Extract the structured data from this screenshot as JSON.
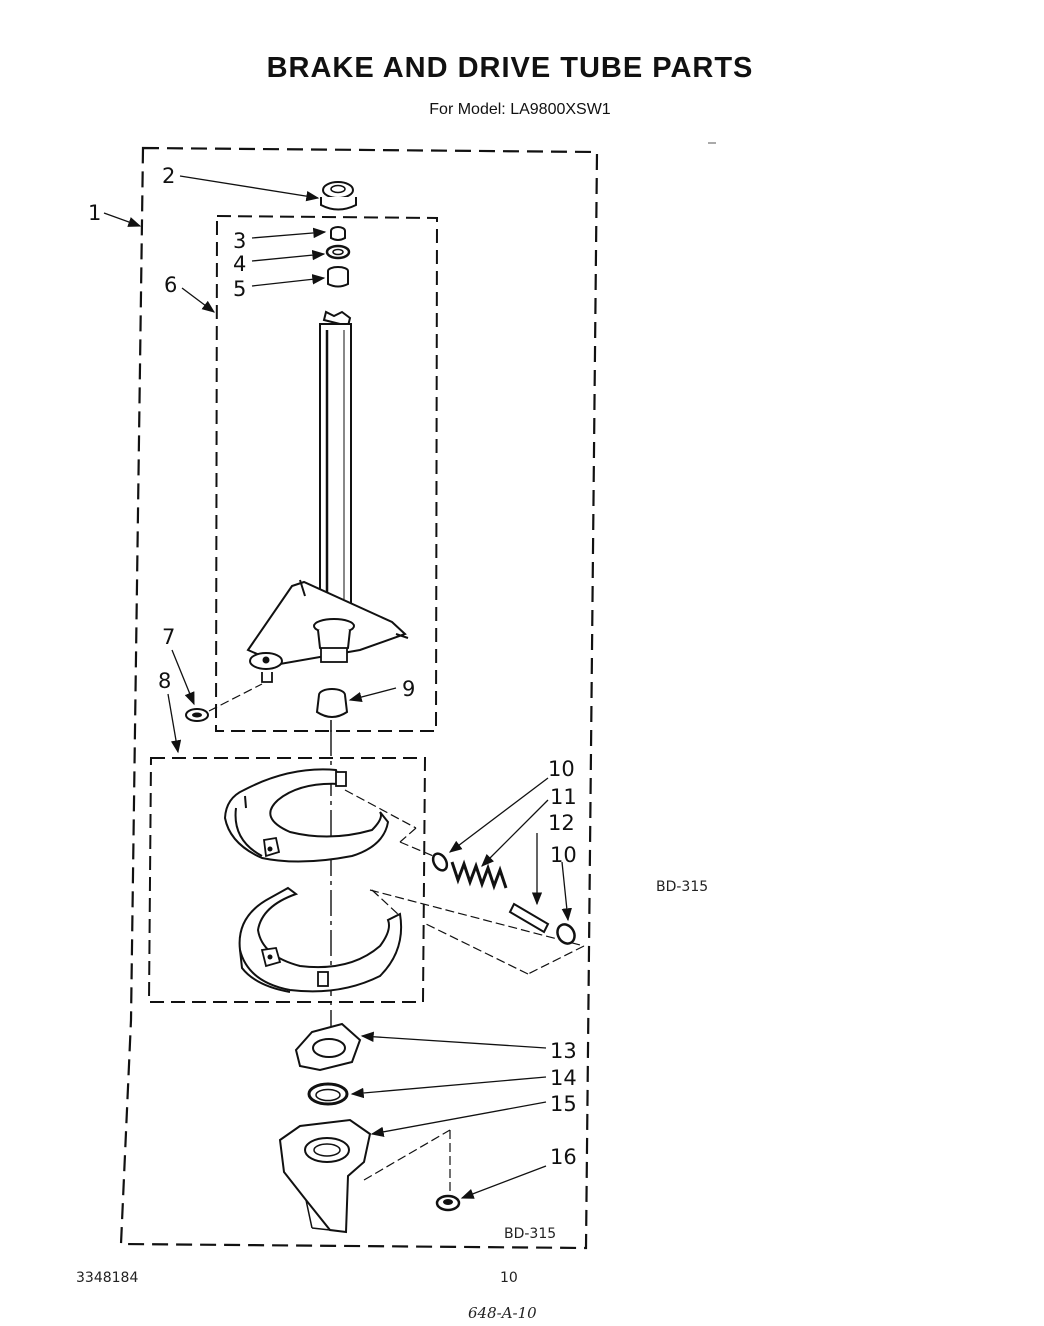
{
  "header": {
    "title": "BRAKE AND DRIVE TUBE PARTS",
    "subtitle": "For Model: LA9800XSW1"
  },
  "callouts": [
    "1",
    "2",
    "3",
    "4",
    "5",
    "6",
    "7",
    "8",
    "9",
    "10",
    "11",
    "12",
    "10",
    "13",
    "14",
    "15",
    "16"
  ],
  "side_code": "BD-315",
  "inner_code": "BD-315",
  "footer": {
    "part_number": "3348184",
    "page_number": "10",
    "handwritten": "648-A-10"
  },
  "colors": {
    "ink": "#111111",
    "paper": "#ffffff"
  }
}
